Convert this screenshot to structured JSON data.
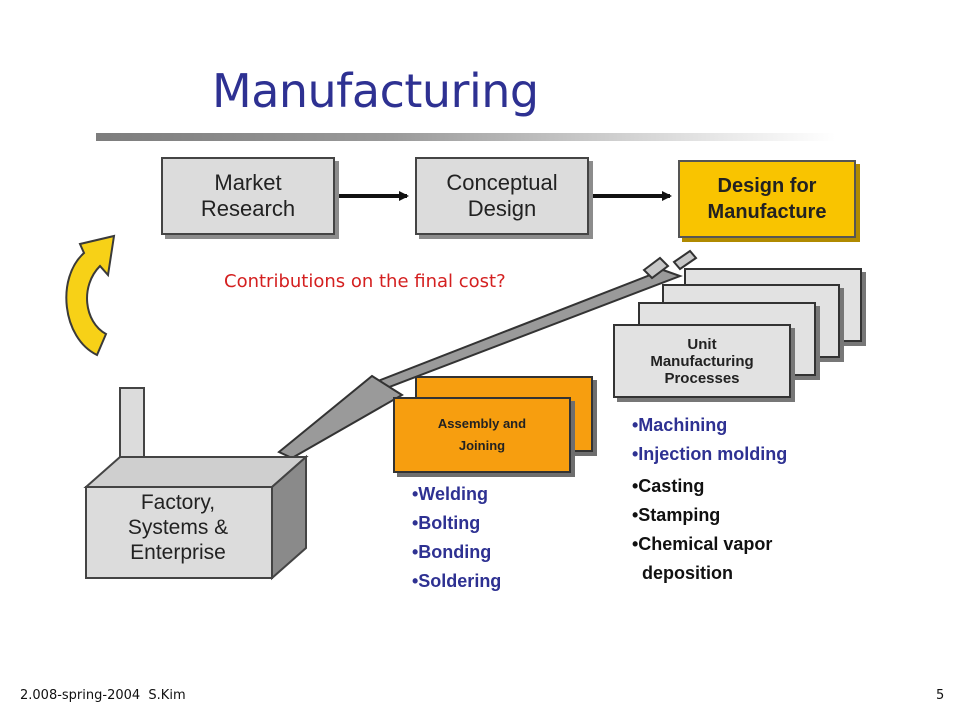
{
  "slide": {
    "title": "Manufacturing",
    "footer": "2.008-spring-2004  S.Kim",
    "page_number": "5"
  },
  "flow": {
    "market_research": [
      "Market",
      "Research"
    ],
    "conceptual_design": [
      "Conceptual",
      "Design"
    ],
    "design_for_manufacture": [
      "Design for",
      "Manufacture"
    ],
    "question": "Contributions on the final cost?"
  },
  "unit_processes": {
    "label": [
      "Unit",
      "Manufacturing",
      "Processes"
    ],
    "items_blue": [
      "•Machining",
      "•Injection molding"
    ],
    "items_black": [
      "•Casting",
      "•Stamping",
      "•Chemical vapor",
      "  deposition"
    ]
  },
  "assembly": {
    "label": [
      "Assembly and",
      "Joining"
    ],
    "items": [
      "•Welding",
      "•Bolting",
      "•Bonding",
      "•Soldering"
    ]
  },
  "factory": {
    "label": [
      "Factory,",
      "Systems &",
      "Enterprise"
    ]
  },
  "colors": {
    "title": "#2e3192",
    "question": "#d42020",
    "dfm_fill": "#f9c400",
    "assembly_fill": "#f79e0f",
    "box_fill": "#dcdcdc",
    "arrow_yellow": "#f7d117"
  },
  "icons": [
    "cycle-arrow-icon",
    "flow-arrow-icon",
    "factory-icon"
  ]
}
